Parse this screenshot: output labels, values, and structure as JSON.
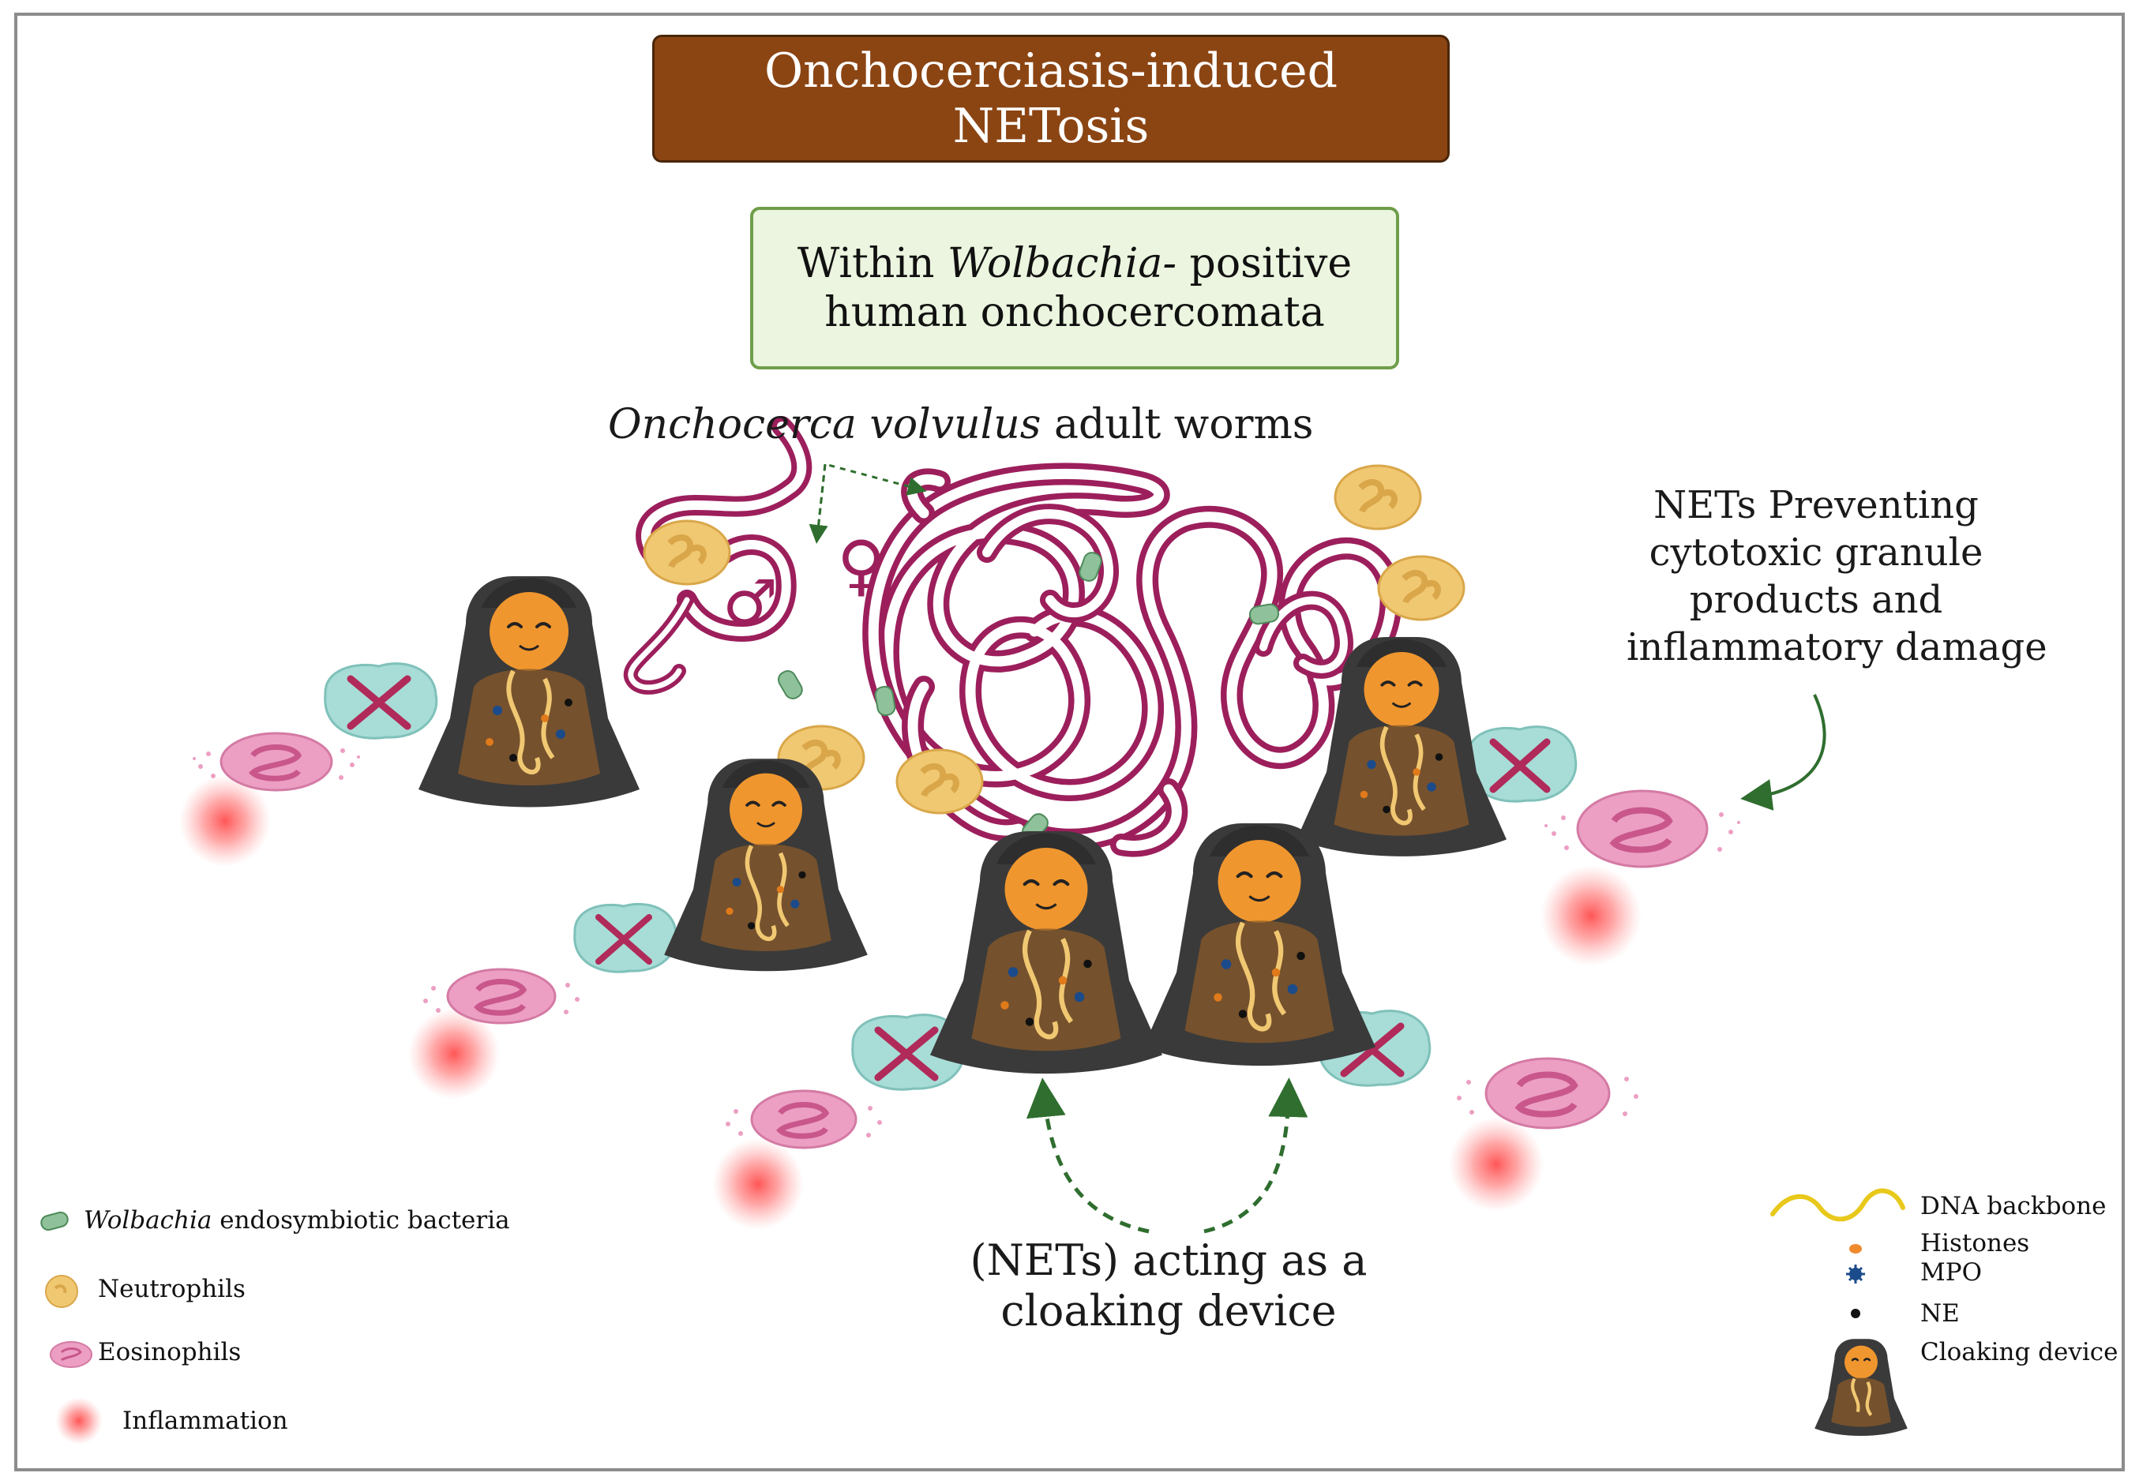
{
  "title": {
    "line1": "Onchocerciasis-induced",
    "line2": "NETosis"
  },
  "subtitle": {
    "line1_plain": "Within ",
    "line1_italic": "Wolbachia-",
    "line1_rest": " positive",
    "line2": "human onchocercomata"
  },
  "worms_label": {
    "italic": "Onchocerca volvulus",
    "rest": " adult worms"
  },
  "male_symbol": "♂",
  "female_symbol": "♀",
  "nets_preventing": {
    "line1": "NETs Preventing",
    "line2": "cytotoxic granule",
    "line3": "products and",
    "line4": "inflammatory damage"
  },
  "cloaking_label": {
    "line1": "(NETs) acting as a",
    "line2": "cloaking device"
  },
  "legend_left": {
    "wolbachia_italic": "Wolbachia",
    "wolbachia_rest": " endosymbiotic bacteria",
    "neutrophils": "Neutrophils",
    "eosinophils": "Eosinophils",
    "inflammation": "Inflammation"
  },
  "legend_right": {
    "dna": "DNA backbone",
    "histones": "Histones",
    "mpo": "MPO",
    "ne": "NE",
    "cloaking": "Cloaking device"
  },
  "colors": {
    "title_bg": "#8b4513",
    "subtitle_bg": "#ebf5df",
    "subtitle_border": "#6f9e4a",
    "worm": "#9c1f5c",
    "neutrophil": "#f1c872",
    "eosinophil": "#ec9fc3",
    "blocked_cell": "#a8dcd6",
    "cross": "#b02a5a",
    "inflammation": "#ff5a5a",
    "cloak": "#3a3a3a",
    "face": "#f0962e",
    "arrow": "#2f6e2f",
    "dna": "#e8c81a"
  }
}
